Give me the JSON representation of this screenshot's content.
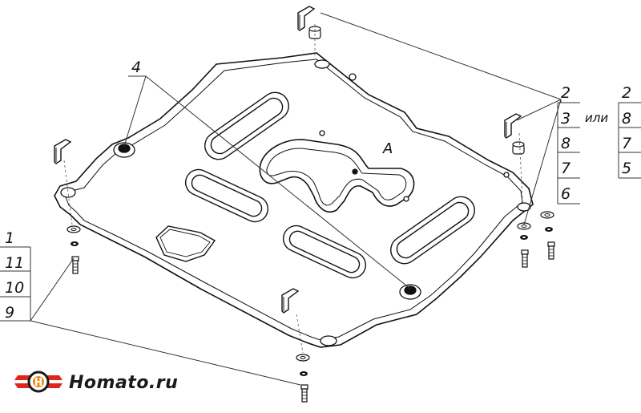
{
  "callouts": {
    "left_column": [
      "1",
      "11",
      "10",
      "9"
    ],
    "top_left": "4",
    "right_column_main": [
      "2",
      "3",
      "8",
      "7",
      "6"
    ],
    "alt_word": "или",
    "right_column_alt": [
      "2",
      "8",
      "7",
      "5"
    ],
    "plate_mark": "A"
  },
  "logo": {
    "text": "Homato.ru",
    "colors": {
      "red": "#e0261b",
      "orange": "#f08a1c",
      "dark": "#1a1a1a"
    }
  },
  "colors": {
    "line": "#111111",
    "leader": "#333333",
    "background": "#ffffff"
  }
}
